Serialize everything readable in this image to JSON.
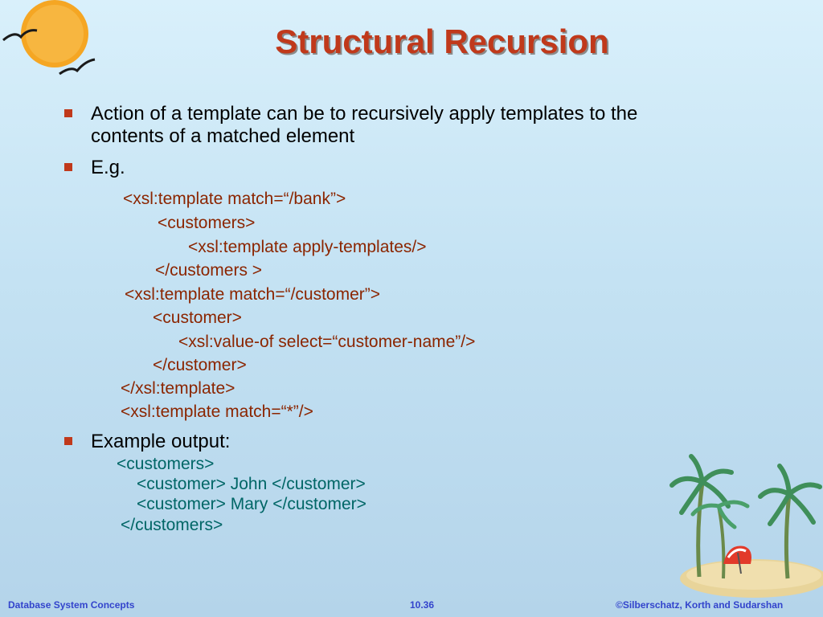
{
  "slide": {
    "title": "Structural Recursion",
    "bullets": [
      {
        "line1": "Action of a template can be to recursively apply templates to the",
        "line2": "contents of a matched element"
      },
      {
        "line1": "E.g."
      },
      {
        "line1": "Example output:"
      }
    ],
    "code_lines": [
      "<xsl:template match=“/bank”>",
      "<customers>",
      "<xsl:template apply-templates/>",
      "</customers >",
      "<xsl:template match=“/customer”>",
      "<customer>",
      "<xsl:value-of select=“customer-name”/>",
      "</customer>",
      "</xsl:template>",
      "<xsl:template match=“*”/>"
    ],
    "output_lines": [
      "<customers>",
      "<customer> John </customer>",
      "<customer> Mary </customer>",
      "</customers>"
    ],
    "colors": {
      "accent": "#c0391b",
      "code": "#8b2500",
      "output": "#006666",
      "footer": "#3344cc"
    }
  },
  "footer": {
    "left": "Database System Concepts",
    "center": "10.36",
    "right": "©Silberschatz, Korth and Sudarshan"
  },
  "decorations": {
    "top_left": "sun-with-birds-icon",
    "bottom_right": "palm-island-icon"
  }
}
